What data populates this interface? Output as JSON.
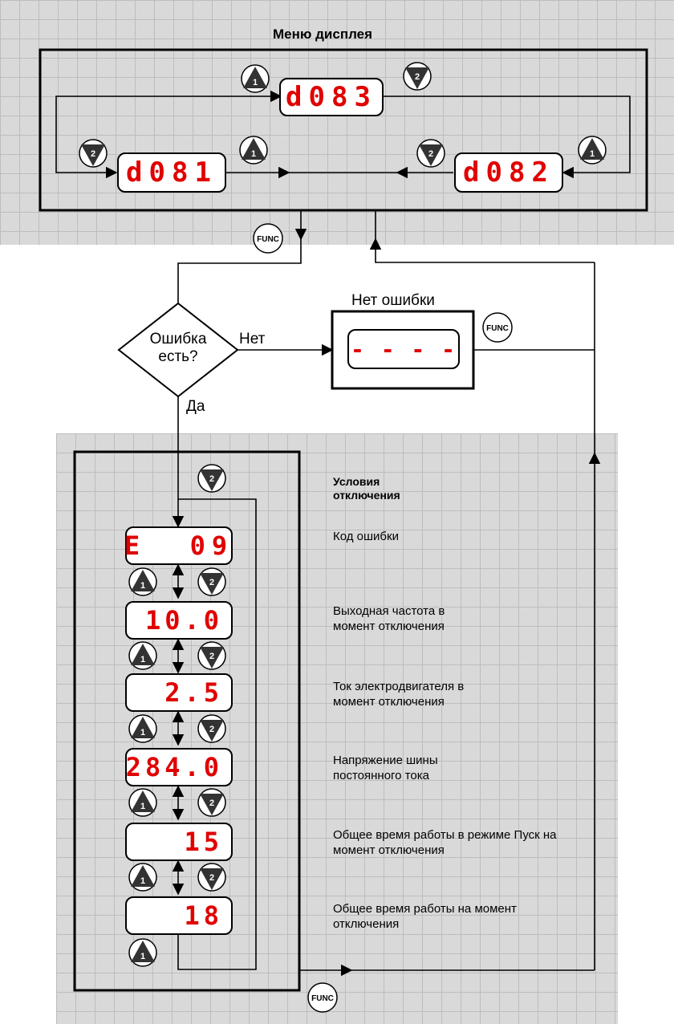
{
  "top_menu": {
    "title": "Меню дисплея",
    "displays": {
      "d083": "d083",
      "d081": "d081",
      "d082": "d082"
    }
  },
  "buttons": {
    "up": "1",
    "down": "2",
    "func": "FUNC"
  },
  "decision": {
    "question": "Ошибка есть?",
    "no": "Нет",
    "yes": "Да"
  },
  "no_error": {
    "title": "Нет ошибки",
    "display": "- - - -"
  },
  "trip": {
    "title": "Условия отключения",
    "rows": [
      {
        "display": "E  09",
        "text": "Код ошибки"
      },
      {
        "display": "10.0",
        "text": "Выходная частота в момент отключения"
      },
      {
        "display": "2.5",
        "text": "Ток электродвигателя в момент отключения"
      },
      {
        "display": "284.0",
        "text": "Напряжение шины постоянного тока"
      },
      {
        "display": "15",
        "text": "Общее время работы в режиме Пуск на момент отключения"
      },
      {
        "display": "18",
        "text": "Общее время работы на момент отключения"
      }
    ]
  },
  "colors": {
    "led": "#e00000",
    "button": "#333333",
    "grid": "#d9d9d9"
  }
}
